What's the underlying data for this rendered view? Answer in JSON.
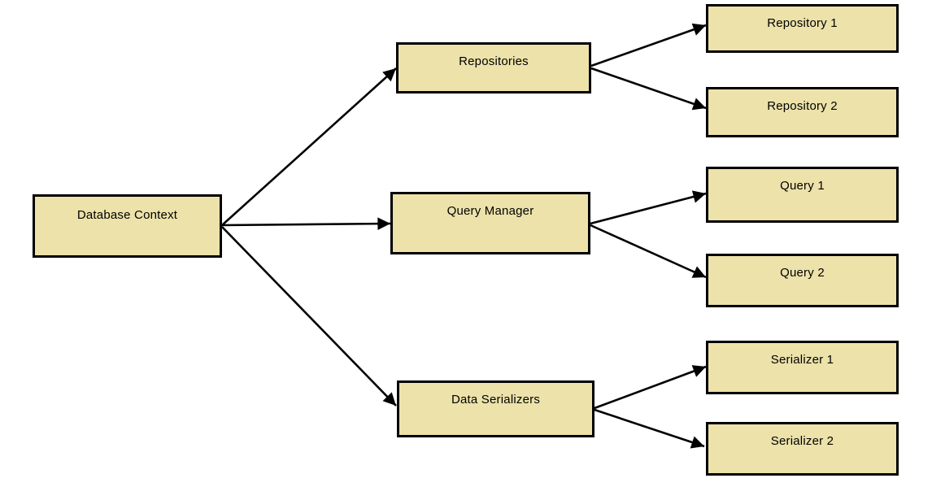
{
  "diagram": {
    "type": "hierarchy",
    "colors": {
      "node_fill": "#ECE2AA",
      "node_border": "#000000",
      "arrow": "#000000",
      "background": "#FFFFFF",
      "text": "#000000"
    },
    "nodes": {
      "database_context": {
        "label": "Database Context",
        "level": 1
      },
      "repositories": {
        "label": "Repositories",
        "level": 2
      },
      "query_manager": {
        "label": "Query Manager",
        "level": 2
      },
      "data_serializers": {
        "label": "Data Serializers",
        "level": 2
      },
      "repository_1": {
        "label": "Repository 1",
        "level": 3
      },
      "repository_2": {
        "label": "Repository 2",
        "level": 3
      },
      "query_1": {
        "label": "Query 1",
        "level": 3
      },
      "query_2": {
        "label": "Query 2",
        "level": 3
      },
      "serializer_1": {
        "label": "Serializer 1",
        "level": 3
      },
      "serializer_2": {
        "label": "Serializer 2",
        "level": 3
      }
    },
    "edges": [
      {
        "from": "database_context",
        "to": "repositories"
      },
      {
        "from": "database_context",
        "to": "query_manager"
      },
      {
        "from": "database_context",
        "to": "data_serializers"
      },
      {
        "from": "repositories",
        "to": "repository_1"
      },
      {
        "from": "repositories",
        "to": "repository_2"
      },
      {
        "from": "query_manager",
        "to": "query_1"
      },
      {
        "from": "query_manager",
        "to": "query_2"
      },
      {
        "from": "data_serializers",
        "to": "serializer_1"
      },
      {
        "from": "data_serializers",
        "to": "serializer_2"
      }
    ]
  }
}
